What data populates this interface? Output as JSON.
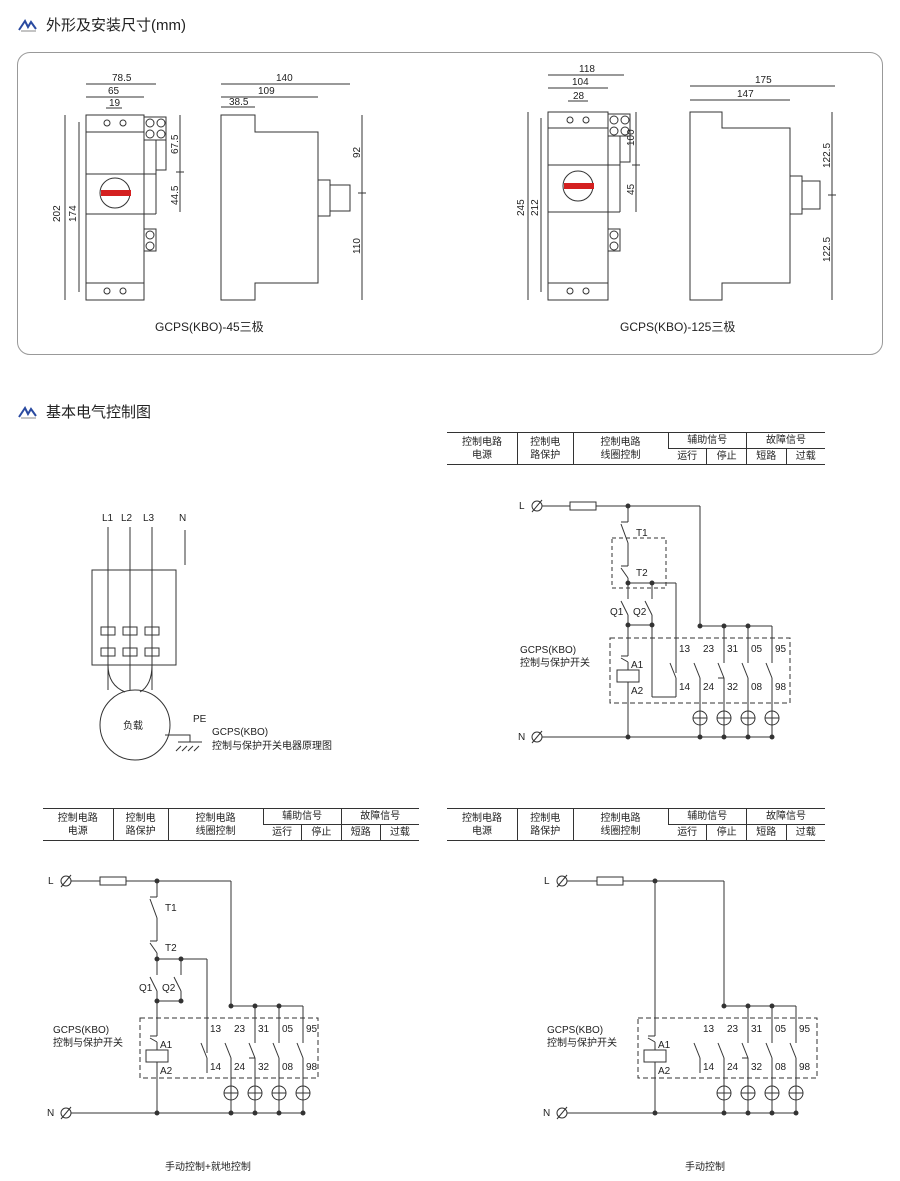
{
  "sections": {
    "dimensions_title": "外形及安装尺寸(mm)",
    "control_title": "基本电气控制图"
  },
  "dimensions": {
    "model45": {
      "caption": "GCPS(KBO)-45三极",
      "front": {
        "w_total": "78.5",
        "w_body": "65",
        "hole_pitch": "19",
        "h_total": "202",
        "h_mount": "174",
        "h_upper": "67.5",
        "h_knob": "44.5"
      },
      "side": {
        "depth_total": "140",
        "depth_body": "109",
        "depth_step": "38.5",
        "h_top": "92",
        "h_bottom": "110"
      }
    },
    "model125": {
      "caption": "GCPS(KBO)-125三极",
      "front": {
        "w_total": "118",
        "w_body": "104",
        "hole_pitch": "28",
        "h_total": "245",
        "h_mount": "212",
        "h_upper": "100",
        "h_knob": "45"
      },
      "side": {
        "depth_total": "175",
        "depth_body": "147",
        "h_top": "122.5",
        "h_bottom": "122.5"
      }
    }
  },
  "principle": {
    "phases": [
      "L1",
      "L2",
      "L3",
      "N"
    ],
    "load": "负载",
    "pe": "PE",
    "caption1": "GCPS(KBO)",
    "caption2": "控制与保护开关电器原理图"
  },
  "table": {
    "c1a": "控制电路",
    "c1b": "电源",
    "c2a": "控制电",
    "c2b": "路保护",
    "c3a": "控制电路",
    "c3b": "线圈控制",
    "aux": "辅助信号",
    "fault": "故障信号",
    "run": "运行",
    "stop": "停止",
    "short": "短路",
    "overload": "过载"
  },
  "circuit": {
    "L": "L",
    "N": "N",
    "T1": "T1",
    "T2": "T2",
    "Q1": "Q1",
    "Q2": "Q2",
    "A1": "A1",
    "A2": "A2",
    "device1": "GCPS(KBO)",
    "device2": "控制与保护开关",
    "contacts_top": [
      "13",
      "23",
      "31",
      "05",
      "95"
    ],
    "contacts_bottom": [
      "14",
      "24",
      "32",
      "08",
      "98"
    ]
  },
  "captions": {
    "local": "手动控制+就地控制",
    "manual": "手动控制"
  },
  "colors": {
    "handle": "#d42020",
    "line": "#333333"
  }
}
